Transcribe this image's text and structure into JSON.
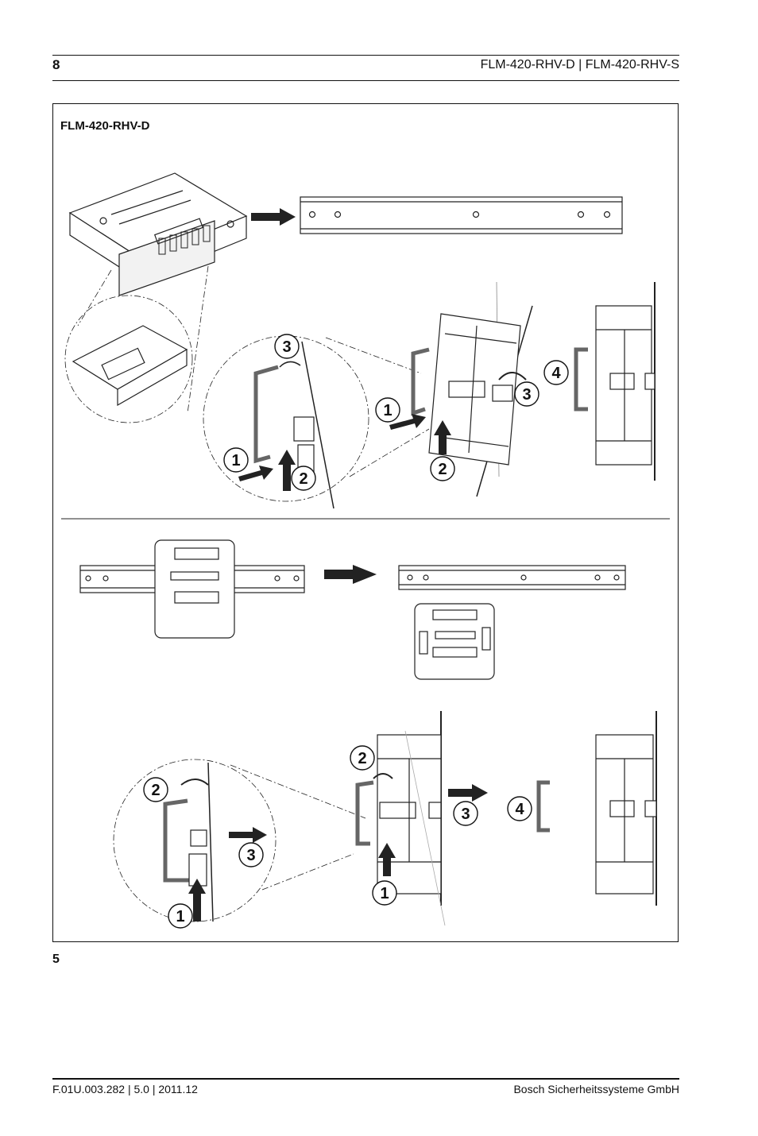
{
  "header": {
    "page_number": "8",
    "document_title": "FLM-420-RHV-D | FLM-420-RHV-S"
  },
  "figure": {
    "title": "FLM-420-RHV-D",
    "number": "5",
    "callouts_top": [
      "3",
      "1",
      "2",
      "1",
      "3",
      "2",
      "4"
    ],
    "callouts_bottom": [
      "2",
      "3",
      "1",
      "2",
      "3",
      "1",
      "4"
    ]
  },
  "footer": {
    "left": "F.01U.003.282 | 5.0 | 2011.12",
    "right": "Bosch Sicherheitssysteme GmbH"
  }
}
